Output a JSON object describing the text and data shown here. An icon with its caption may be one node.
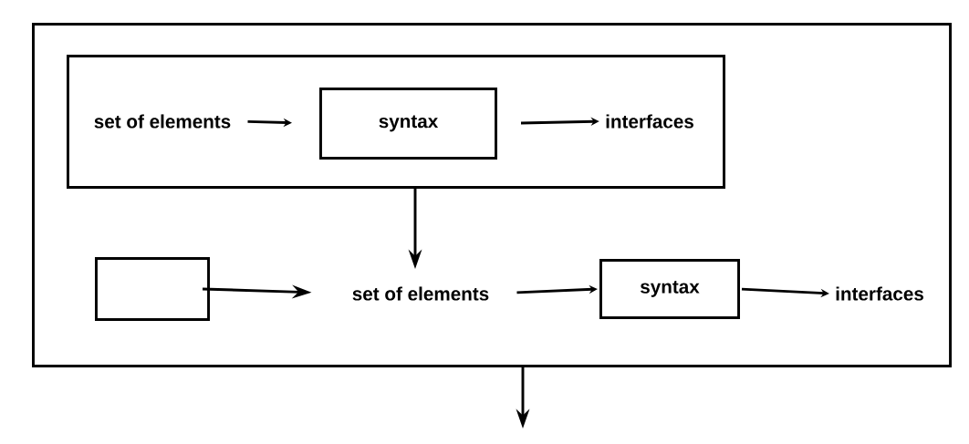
{
  "diagram": {
    "nodes": [
      {
        "text": [],
        "shape": "box"
      },
      {
        "text": [],
        "shape": "box",
        "in": 0
      },
      {
        "text": [
          "set of elements"
        ],
        "in": 1
      },
      {
        "text": [
          "syntax"
        ],
        "in": 1
      },
      {
        "text": [
          "interfaces"
        ],
        "in": 1
      },
      {
        "text": [],
        "shape": "box",
        "in": 0
      },
      {
        "text": [
          "set of elements"
        ],
        "in": 0
      },
      {
        "text": [
          "syntax"
        ],
        "in": 0
      },
      {
        "text": [
          "interfaces"
        ],
        "in": 0
      }
    ],
    "edges": [
      {
        "from": 2,
        "to": 3,
        "arrow": "to"
      },
      {
        "from": 3,
        "to": 4,
        "arrow": "to"
      },
      {
        "from": 1,
        "to": 6,
        "arrow": "to"
      },
      {
        "from": 5,
        "to": 6,
        "arrow": "to"
      },
      {
        "from": 6,
        "to": 7,
        "arrow": "to"
      },
      {
        "from": 7,
        "to": 8,
        "arrow": "to"
      },
      {
        "from": 0,
        "to": null,
        "arrow": "to"
      }
    ]
  }
}
